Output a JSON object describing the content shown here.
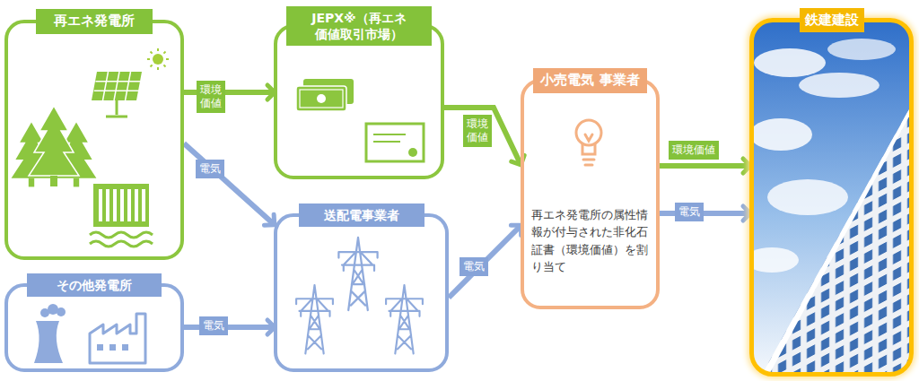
{
  "diagram": {
    "nodes": [
      {
        "text": [
          "再エネ発電所"
        ]
      },
      {
        "text": [
          "JEPX※（再エネ 価値取引市場）"
        ]
      },
      {
        "text": [
          "小売電気 事業者",
          "再エネ発電所の属性情報が付与された非化石証書（環境価値）を割り当て"
        ]
      },
      {
        "text": [
          "鉄建建設"
        ]
      },
      {
        "text": [
          "送配電事業者"
        ]
      },
      {
        "text": [
          "その他発電所"
        ]
      }
    ],
    "edges": [
      {
        "from": 0,
        "to": 1,
        "arrow": "to",
        "label": "環境 価値"
      },
      {
        "from": 0,
        "to": 4,
        "arrow": "to",
        "label": "電気"
      },
      {
        "from": 1,
        "to": 2,
        "arrow": "to",
        "label": "環境 価値"
      },
      {
        "from": 4,
        "to": 2,
        "arrow": "to",
        "label": "電気"
      },
      {
        "from": 5,
        "to": 4,
        "arrow": "to",
        "label": "電気"
      },
      {
        "from": 2,
        "to": 3,
        "arrow": "to",
        "label": "環境価値"
      },
      {
        "from": 2,
        "to": 3,
        "arrow": "to",
        "label": "電気"
      }
    ]
  }
}
